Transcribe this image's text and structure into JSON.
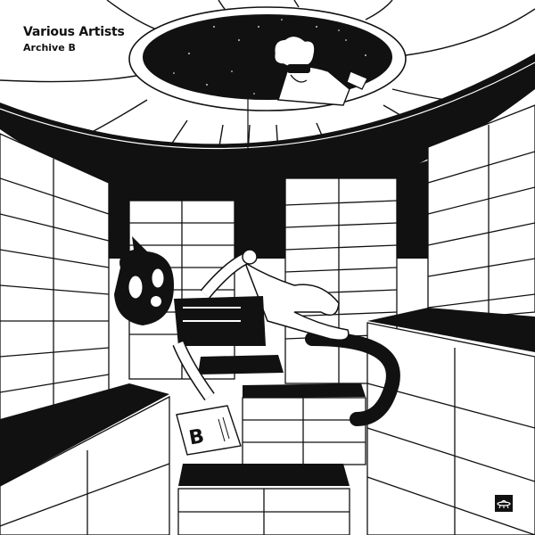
{
  "cover": {
    "artist": "Various Artists",
    "title": "Archive B",
    "label_logo": "ufo-icon",
    "paper_letter": "B",
    "colors": {
      "ink": "#111111",
      "paper": "#ffffff"
    },
    "scene": {
      "description": "Black-and-white line illustration of a circular archive room lined with filing cabinets; a black cat in a suit hangs from a string held from an oculus in the ceiling, holding a paper marked B; a curly-haired figure with sunglasses peers down through the oculus against a starry sky.",
      "elements": [
        "ceiling-oculus",
        "starry-sky",
        "peering-figure",
        "hanging-string",
        "cat-character",
        "paper-sheet",
        "filing-cabinets"
      ]
    }
  }
}
